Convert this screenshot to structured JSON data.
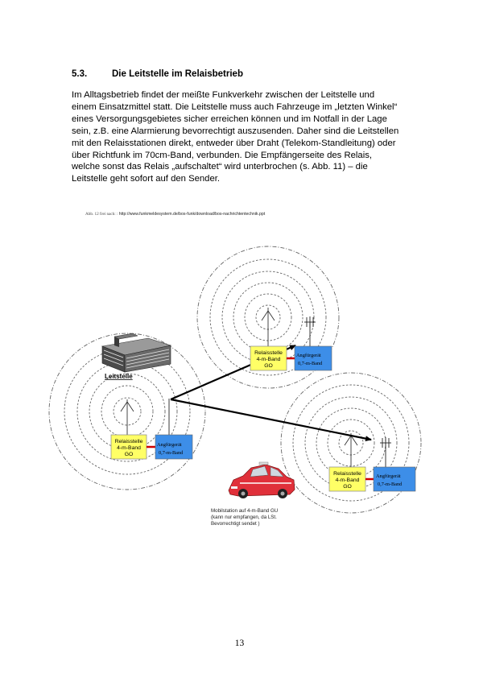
{
  "section": {
    "number": "5.3.",
    "title": "Die Leitstelle im Relaisbetrieb"
  },
  "paragraph_lines": [
    "Im Alltagsbetrieb findet der meißte Funkverkehr zwischen der Leitstelle und",
    "einem Einsatzmittel statt. Die Leitstelle muss auch Fahrzeuge im „letzten Winkel“",
    "eines Versorgungsgebietes sicher erreichen können und im Notfall in der Lage",
    "sein, z.B. eine Alarmierung bevorrechtigt auszusenden. Daher sind die Leitstellen",
    "mit den Relaisstationen direkt, entweder über Draht (Telekom-Standleitung) oder",
    "über Richtfunk im 70cm-Band, verbunden. Die Empfängerseite des Relais,",
    "welche sonst das Relais „aufschaltet“ wird unterbrochen (s. Abb. 11) – die",
    "Leitstelle geht sofort auf den Sender."
  ],
  "figure": {
    "caption_prefix": "Abb. 12 frei nach: : ",
    "caption_url": "http://www.funkmeldesystem.de/bos-funk/download/bos-nachrichtentechnik.ppt",
    "leitstelle_label": "Leitstelle",
    "relay_box": {
      "line1": "Relaisstelle",
      "line2": "4-m-Band",
      "line3": "GO",
      "fill": "#ffff66"
    },
    "receiver_box": {
      "line1": "Angfürgerät",
      "line2_left": "0,7-m-Band",
      "line2_top": "0,7-m-Band",
      "line2_right": "0,7-m-Band",
      "fill": "#3d8ee8"
    },
    "mobile_caption": [
      "Mobilstation auf 4-m-Band GU",
      "(kann nur empfangen, da LSt.",
      "Bevorrechtigt sendet )"
    ],
    "car_color": "#e0303a",
    "link_color": "#cc0000"
  },
  "page_number": "13"
}
